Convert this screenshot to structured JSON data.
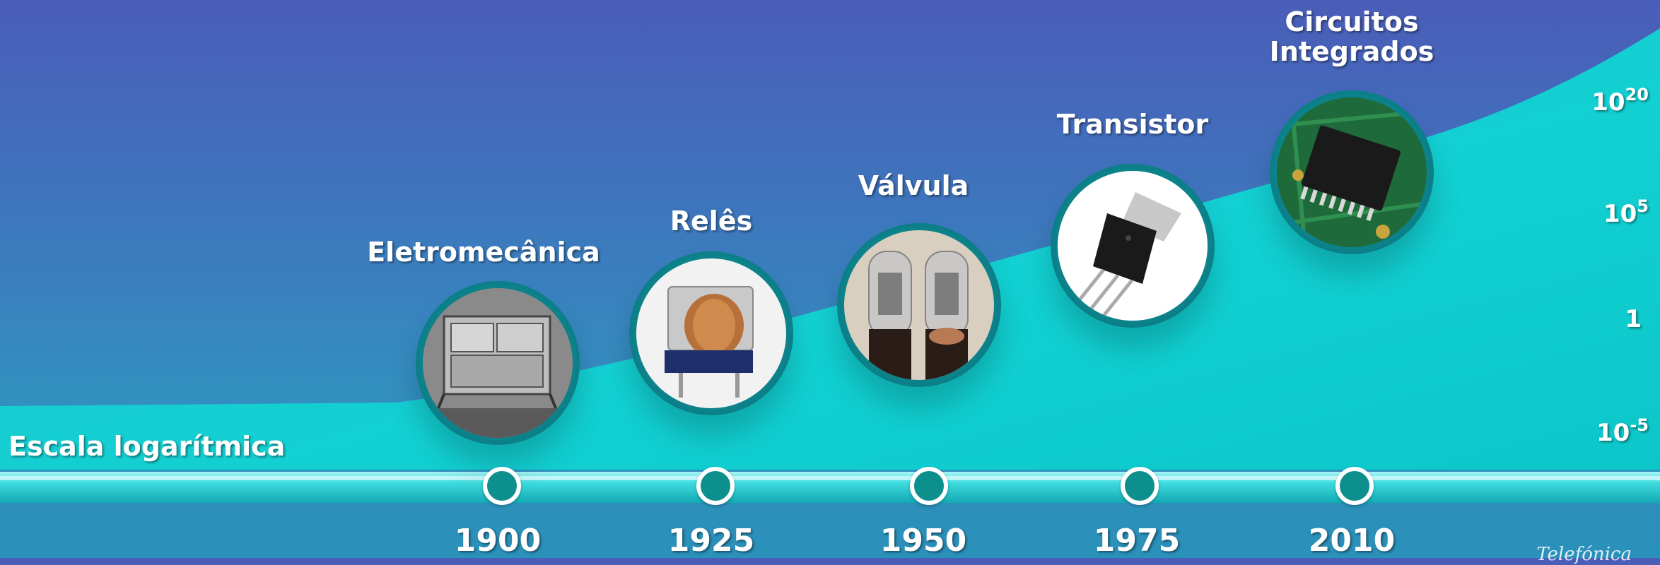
{
  "technologies": [
    {
      "label": "Eletromecânica",
      "year": "1900"
    },
    {
      "label": "Relês",
      "year": "1925"
    },
    {
      "label": "Válvula",
      "year": "1950"
    },
    {
      "label": "Transistor",
      "year": "1975"
    },
    {
      "label": "Circuitos\nIntegrados",
      "year": "2010"
    }
  ],
  "scale": {
    "title": "Escala logarítmica",
    "ticks": [
      {
        "base": "10",
        "exp": "20"
      },
      {
        "base": "10",
        "exp": "5"
      },
      {
        "base": "1",
        "exp": ""
      },
      {
        "base": "10",
        "exp": "-5"
      }
    ]
  },
  "logo": "Telefónica",
  "colors": {
    "growth_area": "#19d3d6",
    "timeline": "#2fd6da",
    "node": "#0d8f8d"
  }
}
